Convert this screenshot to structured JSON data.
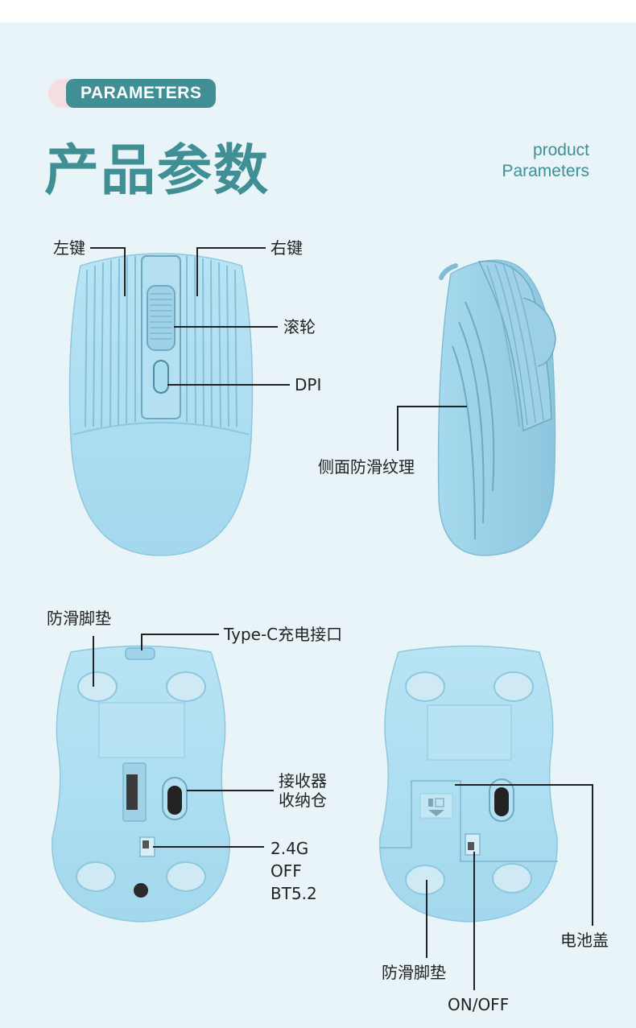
{
  "header": {
    "badge": "PARAMETERS",
    "title": "产品参数",
    "subtitle_line1": "product",
    "subtitle_line2": "Parameters"
  },
  "labels": {
    "left_button": "左键",
    "right_button": "右键",
    "scroll_wheel": "滚轮",
    "dpi": "DPI",
    "side_texture": "侧面防滑纹理",
    "feet_top": "防滑脚垫",
    "type_c": "Type-C充电接口",
    "receiver_line1": "接收器",
    "receiver_line2": "收纳仓",
    "mode_line1": "2.4G",
    "mode_line2": "OFF",
    "mode_line3": "BT5.2",
    "battery_cover": "电池盖",
    "feet_bottom": "防滑脚垫",
    "on_off": "ON/OFF"
  },
  "colors": {
    "accent": "#3f8f94",
    "mouse_body": "#a8dcef",
    "mouse_dark": "#8cc8e0",
    "background": "#e9f4f8"
  }
}
